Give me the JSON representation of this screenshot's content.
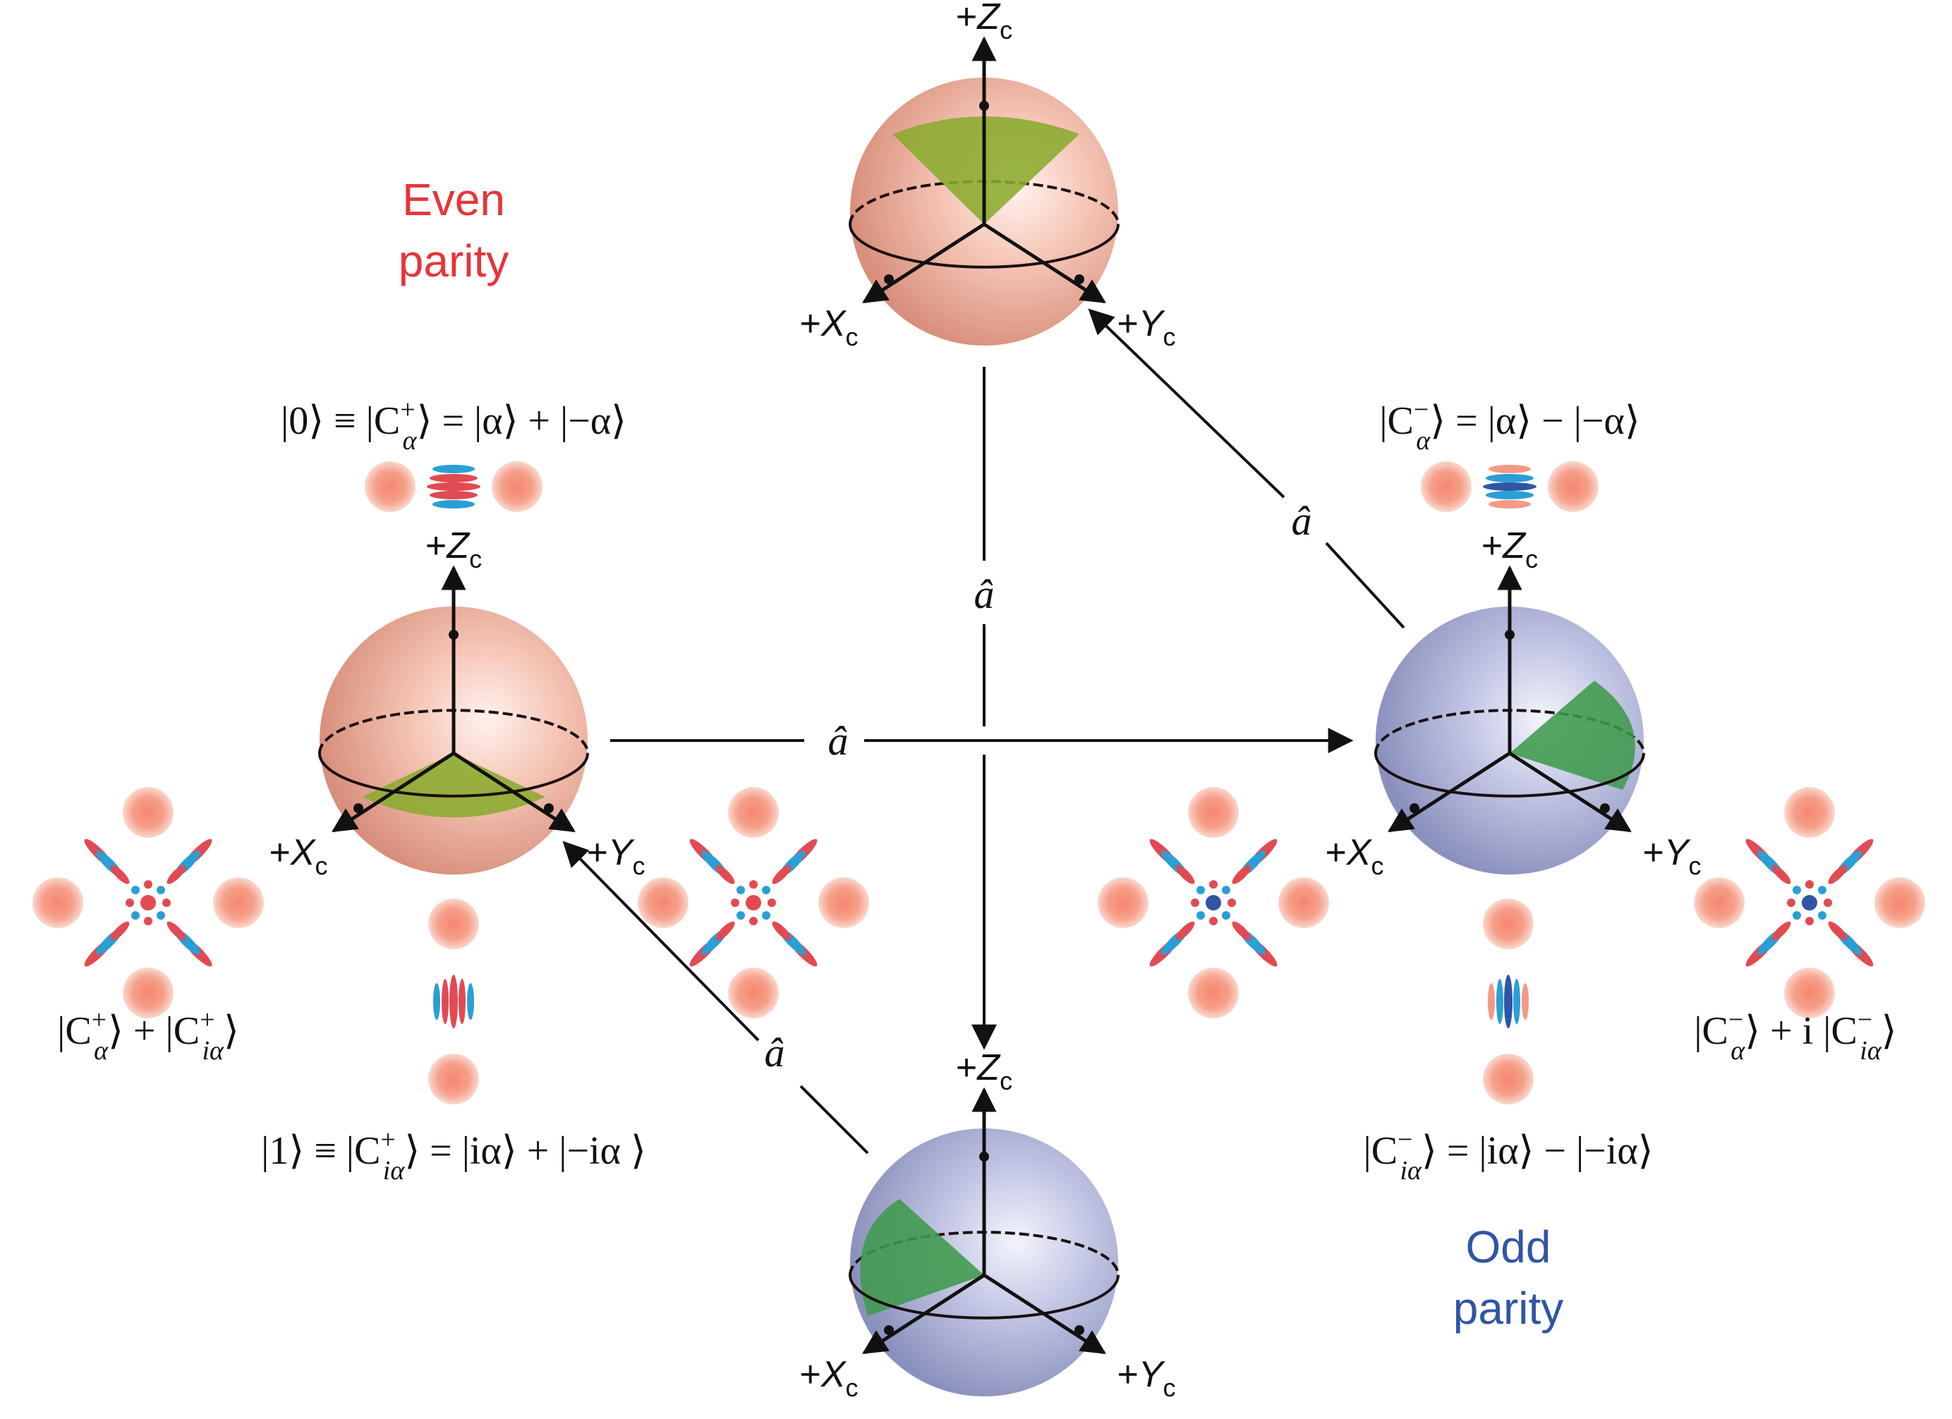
{
  "parity_labels": {
    "even": [
      "Even",
      "parity"
    ],
    "odd": [
      "Odd",
      "parity"
    ]
  },
  "colors": {
    "even": "#e8343a",
    "odd": "#2f55a4",
    "sphere_even": "#f2b5a2",
    "sphere_odd": "#a9afd6",
    "wedge_even": "#8aab2e",
    "wedge_odd": "#3f9a4c",
    "lobe": "#f39a86",
    "fringe_red": "#e24a52",
    "fringe_blue": "#2a9fd6"
  },
  "axes": {
    "z_prefix": "+",
    "z_letter": "Z",
    "x_prefix": "+",
    "x_letter": "X",
    "y_prefix": "+",
    "y_letter": "Y",
    "sub": "c"
  },
  "operator": "â",
  "states": {
    "zero_even": {
      "pre": "|0⟩ ≡ |C",
      "sup": "+",
      "sub": "α",
      "post": "⟩ = |α⟩ + |−α⟩"
    },
    "minus_odd": {
      "pre": "|C",
      "sup": "−",
      "sub": "α",
      "post": "⟩ = |α⟩ − |−α⟩"
    },
    "one_even": {
      "pre": "|1⟩ ≡ |C",
      "sup": "+",
      "sub": "iα",
      "post": "⟩ = |iα⟩ + |−iα ⟩"
    },
    "minus_i_odd": {
      "pre": "|C",
      "sup": "−",
      "sub": "iα",
      "post": "⟩ = |iα⟩ − |−iα⟩"
    },
    "sum_even": {
      "a": "|C",
      "a_sup": "+",
      "a_sub": "α",
      "mid": "⟩ + |C",
      "b_sup": "+",
      "b_sub": "iα",
      "end": "⟩"
    },
    "sum_odd": {
      "a": "|C",
      "a_sup": "−",
      "a_sub": "α",
      "mid": "⟩ + i |C",
      "b_sup": "−",
      "b_sub": "iα",
      "end": "⟩"
    }
  }
}
